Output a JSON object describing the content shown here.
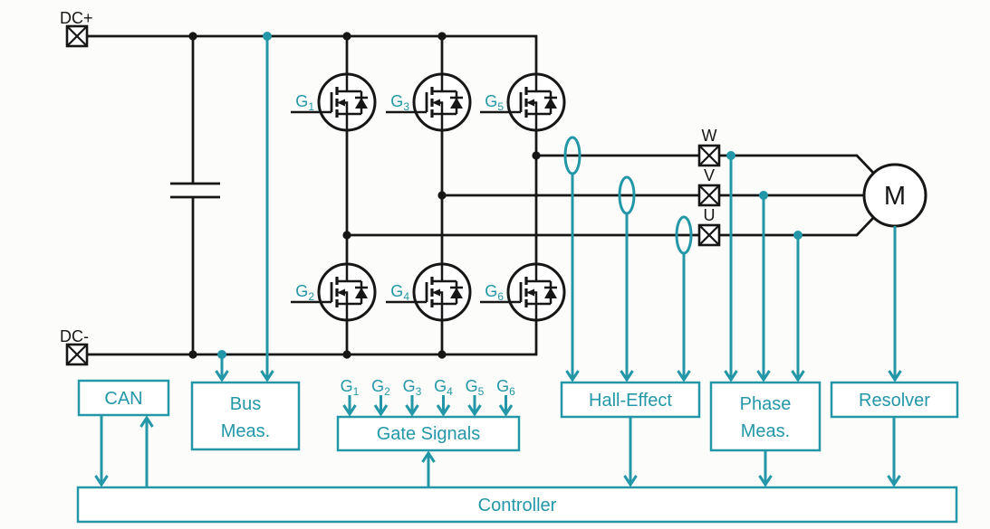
{
  "colors": {
    "wire": "#161616",
    "accent": "#2397a7",
    "background": "#fcfcfa"
  },
  "dc_bus": {
    "positive_label": "DC+",
    "negative_label": "DC-"
  },
  "inverter": {
    "mosfet_labels": [
      {
        "base": "G",
        "sub": "1"
      },
      {
        "base": "G",
        "sub": "2"
      },
      {
        "base": "G",
        "sub": "3"
      },
      {
        "base": "G",
        "sub": "4"
      },
      {
        "base": "G",
        "sub": "5"
      },
      {
        "base": "G",
        "sub": "6"
      }
    ]
  },
  "phase_terminals": [
    {
      "label": "W"
    },
    {
      "label": "V"
    },
    {
      "label": "U"
    }
  ],
  "motor": {
    "label": "M"
  },
  "gate_signal_inputs": [
    {
      "base": "G",
      "sub": "1"
    },
    {
      "base": "G",
      "sub": "2"
    },
    {
      "base": "G",
      "sub": "3"
    },
    {
      "base": "G",
      "sub": "4"
    },
    {
      "base": "G",
      "sub": "5"
    },
    {
      "base": "G",
      "sub": "6"
    }
  ],
  "blocks": {
    "can": {
      "label": "CAN"
    },
    "bus_meas": {
      "line1": "Bus",
      "line2": "Meas."
    },
    "gate_signals": {
      "label": "Gate Signals"
    },
    "hall_effect": {
      "label": "Hall-Effect"
    },
    "phase_meas": {
      "line1": "Phase",
      "line2": "Meas."
    },
    "resolver": {
      "label": "Resolver"
    },
    "controller": {
      "label": "Controller"
    }
  }
}
